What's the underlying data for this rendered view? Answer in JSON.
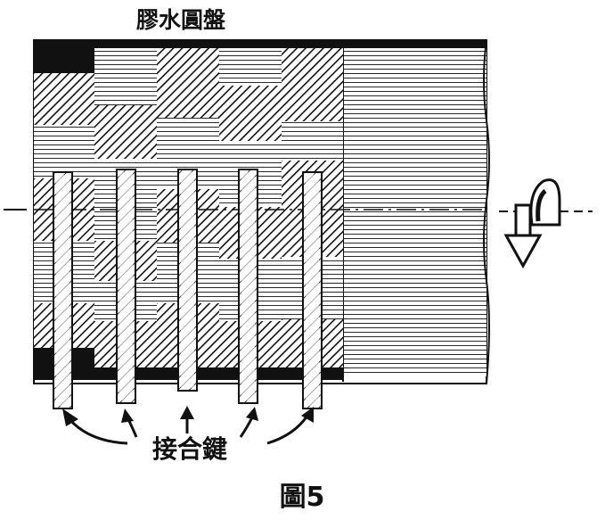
{
  "figure": {
    "top_label": "膠水圓盤",
    "bottom_label": "接合鍵",
    "caption": "圖5"
  },
  "colors": {
    "ink": "#111111",
    "paper": "#ffffff"
  },
  "icons": {
    "rotation": "curved-rotation-arrow-icon"
  }
}
